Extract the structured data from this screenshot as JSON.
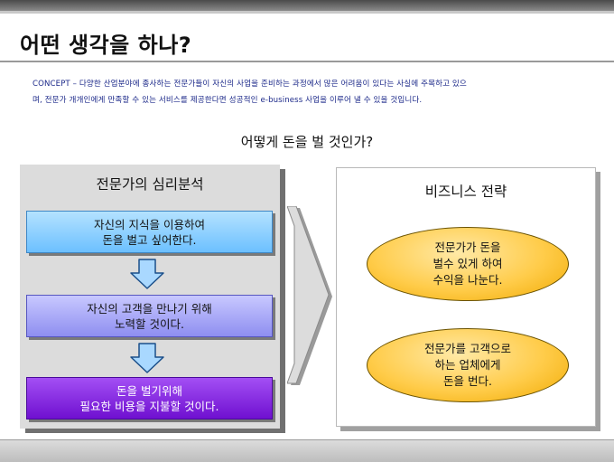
{
  "slide": {
    "title": "어떤 생각을 하나?",
    "concept_line1": "CONCEPT – 다양한 산업분야에 종사하는 전문가들이 자신의 사업을 준비하는 과정에서 많은 어려움이 있다는 사실에 주목하고 있으",
    "concept_line2": "며, 전문가 개개인에게 만족할 수 있는 서비스를 제공한다면 성공적인 e-business 사업을 이루어 낼 수 있을 것입니다.",
    "question": "어떻게 돈을 벌 것인가?"
  },
  "left": {
    "title": "전문가의 심리분석",
    "steps": [
      "자신의 지식을 이용하여\n돈을 벌고 싶어한다.",
      "자신의 고객을 만나기 위해\n노력할 것이다.",
      "돈을 벌기위해\n필요한 비용을 지불할 것이다."
    ]
  },
  "right": {
    "title": "비즈니스 전략",
    "strategies": [
      "전문가가 돈을\n벌수 있게 하여\n수익을 나눈다.",
      "전문가를 고객으로\n하는 업체에게\n돈을 번다."
    ]
  },
  "colors": {
    "step1": "#6cc0ff",
    "step2": "#8e8ef0",
    "step3": "#6f10d0",
    "strategy": "#ffcc4a",
    "arrow": "#a9d8ff"
  }
}
